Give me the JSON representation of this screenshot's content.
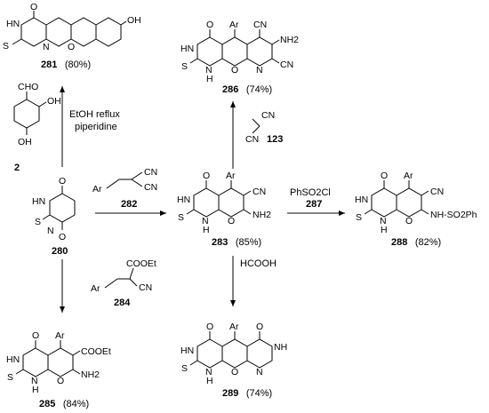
{
  "compounds": {
    "c2": {
      "number": "2",
      "yield": ""
    },
    "c280": {
      "number": "280",
      "yield": ""
    },
    "c281": {
      "number": "281",
      "yield": "(80%)"
    },
    "c283": {
      "number": "283",
      "yield": "(85%)"
    },
    "c285": {
      "number": "285",
      "yield": "(84%)"
    },
    "c286": {
      "number": "286",
      "yield": "(74%)"
    },
    "c288": {
      "number": "288",
      "yield": "(82%)"
    },
    "c289": {
      "number": "289",
      "yield": "(74%)"
    },
    "c282": {
      "number": "282"
    },
    "c284": {
      "number": "284"
    },
    "c287": {
      "number": "287"
    },
    "c123": {
      "number": "123"
    }
  },
  "conditions": {
    "to281_line1": "EtOH reflux",
    "to281_line2": "piperidine",
    "to288_reagent": "PhSO2Cl",
    "to289_reagent": "HCOOH"
  },
  "atoms": {
    "O": "O",
    "OH": "OH",
    "CHO": "CHO",
    "S": "S",
    "HN": "HN",
    "N": "N",
    "H": "H",
    "NH": "NH",
    "Ar": "Ar",
    "CN": "CN",
    "NH2": "NH2",
    "COOEt": "COOEt",
    "NHSO2Ph": "NH-SO2Ph"
  }
}
